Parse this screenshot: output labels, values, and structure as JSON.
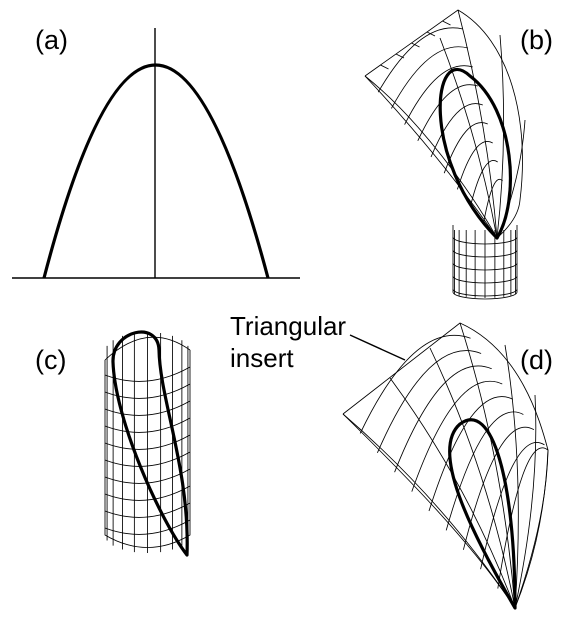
{
  "panels": {
    "a": {
      "label": "(a)"
    },
    "b": {
      "label": "(b)"
    },
    "c": {
      "label": "(c)"
    },
    "d": {
      "label": "(d)"
    }
  },
  "annotation": {
    "line1": "Triangular",
    "line2": "insert"
  }
}
